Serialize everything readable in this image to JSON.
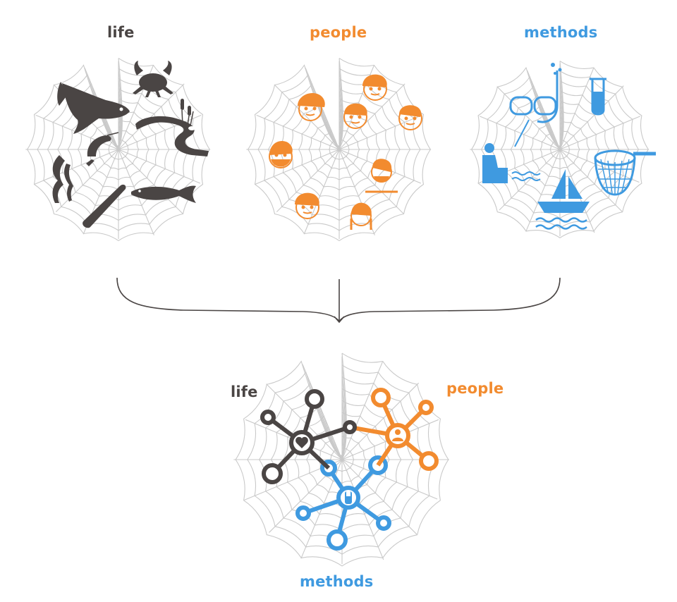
{
  "labels": {
    "top_life": "life",
    "top_people": "people",
    "top_methods": "methods",
    "bottom_life": "life",
    "bottom_people": "people",
    "bottom_methods": "methods"
  },
  "colors": {
    "life": "#4a4544",
    "people": "#f28b2f",
    "methods": "#3f9ae0",
    "web": "#c9c9c9",
    "connector": "#4a4544"
  },
  "icons": {
    "life": [
      "fish-icon",
      "crab-icon",
      "river-icon",
      "cattail-icon",
      "shrimp-icon",
      "seaweed-icon",
      "stick-icon",
      "salmon-icon"
    ],
    "people": [
      "face-icon",
      "face-icon",
      "face-icon",
      "face-icon",
      "face-icon",
      "face-icon",
      "face-icon",
      "face-icon"
    ],
    "methods": [
      "snorkel-mask-icon",
      "test-tube-icon",
      "fisher-icon",
      "net-icon",
      "sailboat-icon",
      "waves-icon",
      "bubbles-icon"
    ],
    "hubs": [
      "heart-icon",
      "person-icon",
      "test-tube-icon"
    ]
  }
}
